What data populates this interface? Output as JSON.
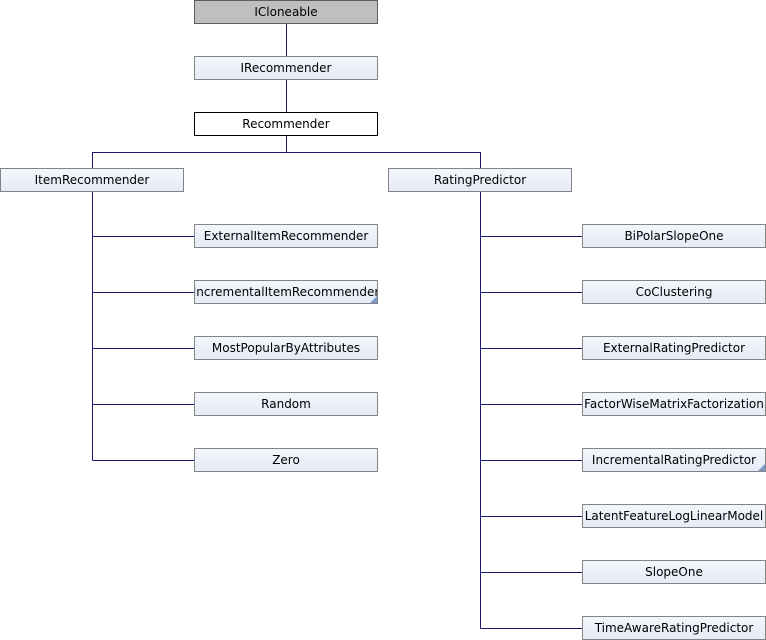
{
  "nodes": {
    "icloneable": "ICloneable",
    "irecommender": "IRecommender",
    "recommender": "Recommender",
    "item_recommender": "ItemRecommender",
    "rating_predictor": "RatingPredictor",
    "item_children": [
      "ExternalItemRecommender",
      "IncrementalItemRecommender",
      "MostPopularByAttributes",
      "Random",
      "Zero"
    ],
    "rating_children": [
      "BiPolarSlopeOne",
      "CoClustering",
      "ExternalRatingPredictor",
      "FactorWiseMatrixFactorization",
      "IncrementalRatingPredictor",
      "LatentFeatureLogLinearModel",
      "SlopeOne",
      "TimeAwareRatingPredictor"
    ]
  },
  "colors": {
    "edge": "#191970",
    "box_border": "#848484",
    "box_fill": "#e8edf8",
    "root_fill": "#bfbfbf",
    "focus_border": "#000000",
    "corner_marker": "#7d96c8"
  }
}
